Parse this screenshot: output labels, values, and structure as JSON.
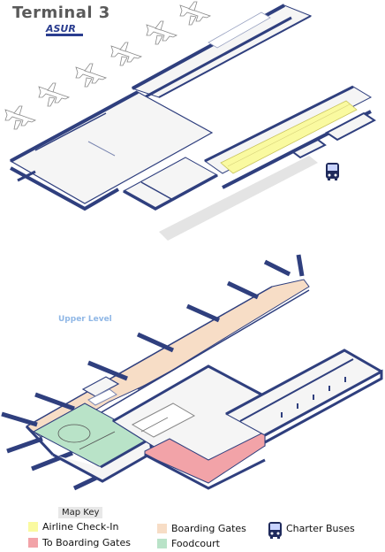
{
  "header": {
    "title": "Terminal 3",
    "logo_text": "ASUR"
  },
  "map": {
    "upper_level_label": "Upper Level",
    "colors": {
      "wall": "#2f3f7e",
      "floor": "#f5f5f5",
      "checkin": "#fafaa0",
      "boarding_gates": "#f7ddc6",
      "to_boarding_gates": "#f2a3a8",
      "foodcourt": "#b9e3c8",
      "road": "#e4e4e4"
    },
    "icons": [
      "airplane-icon",
      "bus-icon"
    ]
  },
  "legend": {
    "title": "Map Key",
    "items": [
      {
        "label": "Airline Check-In",
        "color": "#fafaa0"
      },
      {
        "label": "To Boarding Gates",
        "color": "#f2a3a8"
      },
      {
        "label": "Boarding Gates",
        "color": "#f7ddc6"
      },
      {
        "label": "Foodcourt",
        "color": "#b9e3c8"
      },
      {
        "label": "Charter Buses",
        "icon": "bus-icon"
      }
    ]
  }
}
